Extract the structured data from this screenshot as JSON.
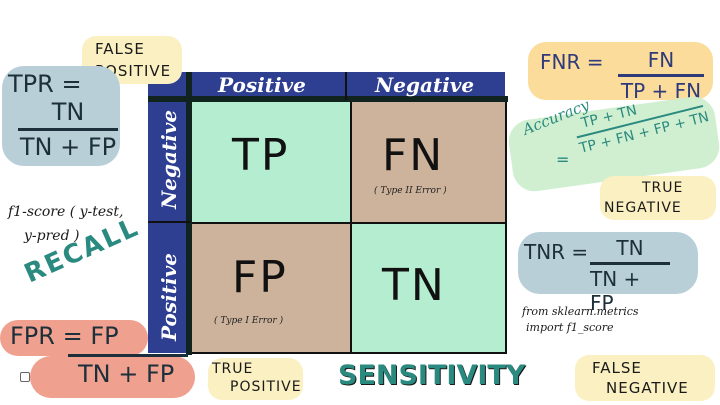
{
  "matrix": {
    "col_headers": [
      "Positive",
      "Negative"
    ],
    "row_headers": [
      "Negative",
      "Positive"
    ],
    "cells": [
      {
        "label": "TP",
        "sub": "",
        "color": "#b4edcf"
      },
      {
        "label": "FN",
        "sub": "( Type II Error )",
        "color": "#cdb39c"
      },
      {
        "label": "FP",
        "sub": "( Type I Error )",
        "color": "#cdb39c"
      },
      {
        "label": "TN",
        "sub": "",
        "color": "#b4edcf"
      }
    ]
  },
  "notes": {
    "false_positive_top": [
      "FALSE",
      "POSITIVE"
    ],
    "tpr": {
      "lhs": "TPR =",
      "num": "TN",
      "den": "TN + FP"
    },
    "f1_call": [
      "f1-score ( y-test,",
      "y-pred )"
    ],
    "recall": "RECALL",
    "fpr": {
      "lhs": "FPR = FP",
      "den": "TN + FP"
    },
    "true_positive": [
      "TRUE",
      "POSITIVE"
    ],
    "sensitivity": "SENSITIVITY",
    "false_negative": [
      "FALSE",
      "NEGATIVE"
    ],
    "fnr": {
      "lhs": "FNR =",
      "num": "FN",
      "den": "TP + FN"
    },
    "accuracy": {
      "lhs": "Accuracy",
      "eq": "=",
      "num": "TP + TN",
      "den": "TP + FN + FP + TN"
    },
    "true_negative": [
      "TRUE",
      "NEGATIVE"
    ],
    "tnr": {
      "lhs": "TNR =",
      "num": "TN",
      "den": "TN + FP"
    },
    "import_line": [
      "from sklearn.metrics",
      "import f1_score"
    ]
  },
  "colors": {
    "header_navy": "#2e3f91",
    "cell_green": "#b4edcf",
    "cell_tan": "#cdb39c",
    "highlight_yellow": "#fbf0c2",
    "highlight_orange": "#fbdc9a",
    "highlight_blue": "#b8cfd8",
    "highlight_salmon": "#f0a08f",
    "highlight_green": "#cdeecd",
    "teal_text": "#2a8a80"
  }
}
